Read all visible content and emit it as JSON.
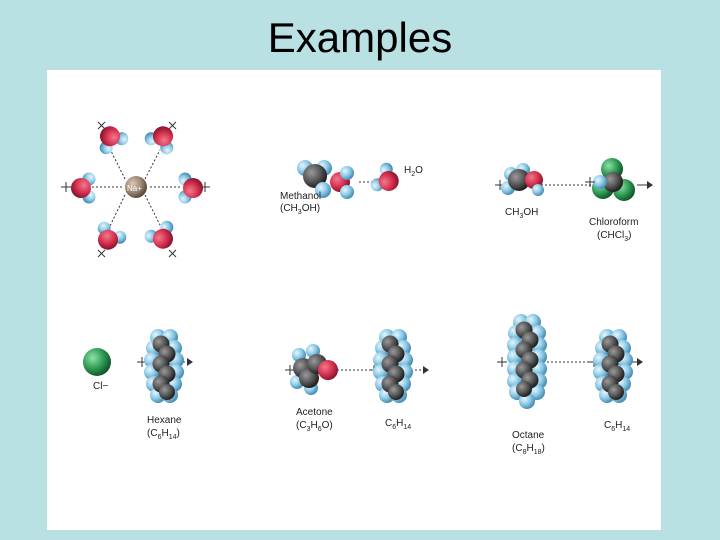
{
  "slide": {
    "title": "Examples"
  },
  "panels": {
    "top_left": {
      "ion": "Na+"
    },
    "top_middle": {
      "solute": "Methanol",
      "solute_formula": [
        "(CH",
        "3",
        "OH)"
      ],
      "solvent": [
        "H",
        "2",
        "O"
      ]
    },
    "top_right": {
      "solute": [
        "CH",
        "3",
        "OH"
      ],
      "solvent": "Chloroform",
      "solvent_formula": [
        "(CHCl",
        "3",
        ")"
      ]
    },
    "bottom_left": {
      "ion": "Cl−",
      "solvent": "Hexane",
      "solvent_formula": [
        "(C",
        "6",
        "H",
        "14",
        ")"
      ]
    },
    "bottom_middle": {
      "solute": "Acetone",
      "solute_formula": [
        "(C",
        "3",
        "H",
        "6",
        "O)"
      ],
      "solvent": [
        "C",
        "6",
        "H",
        "14"
      ]
    },
    "bottom_right": {
      "solute": "Octane",
      "solute_formula": [
        "(C",
        "8",
        "H",
        "18",
        ")"
      ],
      "solvent": [
        "C",
        "6",
        "H",
        "14"
      ]
    }
  }
}
